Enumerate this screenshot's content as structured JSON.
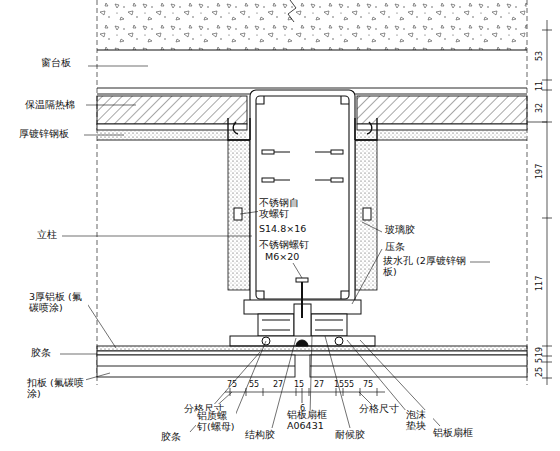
{
  "diagram": {
    "labels": [
      "窗台板",
      "保温隔热棉",
      "厚镀锌钢板",
      "立柱",
      "3厚铝板 (氟碳喷涂)",
      "胶条",
      "扣板 (氟碳喷涂)",
      "不锈钢自 攻螺钉",
      "S14.8×16",
      "不锈钢螺钉",
      "M6×20",
      "玻璃胶",
      "压条",
      "拔水孔 (2厚镀锌钢板)",
      "胶条",
      "分格尺寸",
      "铝质螺 钉(螺母)",
      "结构胶",
      "铝板扇框 A06431",
      "耐候胶",
      "分格尺寸",
      "泡沫 垫块",
      "铝板扇框",
      "75",
      "55",
      "27",
      "15",
      "27",
      "15",
      "55",
      "75",
      "6",
      "53",
      "11",
      "32",
      "197",
      "117",
      "19",
      "5",
      "25"
    ]
  }
}
